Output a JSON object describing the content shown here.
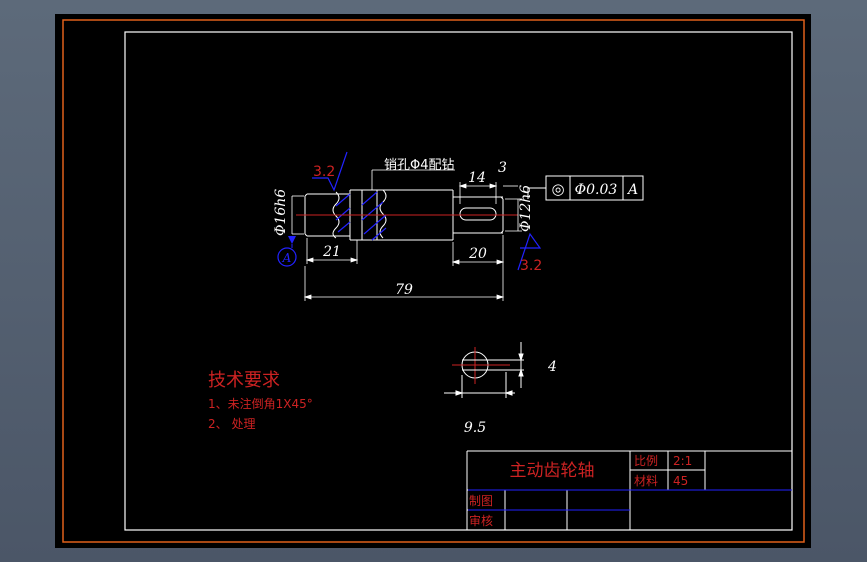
{
  "part": {
    "pin_hole_label": "销孔Φ4配钻",
    "roughness_left": "3.2",
    "roughness_right": "3.2",
    "tolerance_left": "Φ16h6",
    "tolerance_right": "Φ12h6",
    "datum_letter": "A"
  },
  "dimensions": {
    "d21": "21",
    "d20": "20",
    "d79": "79",
    "d14": "14",
    "d3": "3",
    "d4": "4",
    "d9_5": "9.5"
  },
  "geometric_tolerance": {
    "symbol": "◎",
    "value": "Φ0.03",
    "datum": "A"
  },
  "tech_requirements": {
    "title": "技术要求",
    "items": [
      "1、未注倒角1X45°",
      "2、 处理"
    ]
  },
  "title_block": {
    "part_name": "主动齿轮轴",
    "scale_label": "比例",
    "scale_value": "2:1",
    "material_label": "材料",
    "material_value": "45",
    "drawn_by_label": "制图",
    "checked_by_label": "审核"
  },
  "colors": {
    "sheet": "#000000",
    "outer_border": "#e0601a",
    "lines": "#ffffff",
    "annotations": "#cc2222",
    "hatch": "#2222ff"
  }
}
